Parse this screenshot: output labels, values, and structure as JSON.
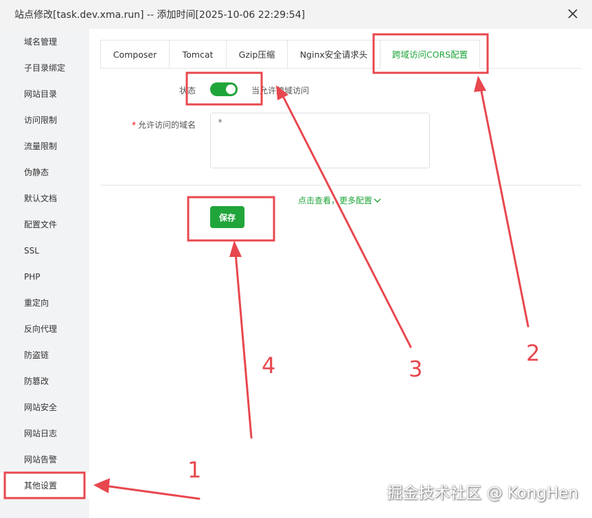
{
  "window": {
    "title": "站点修改[task.dev.xma.run] -- 添加时间[2025-10-06 22:29:54]"
  },
  "sidebar": {
    "items": [
      {
        "label": "域名管理"
      },
      {
        "label": "子目录绑定"
      },
      {
        "label": "网站目录"
      },
      {
        "label": "访问限制"
      },
      {
        "label": "流量限制"
      },
      {
        "label": "伪静态"
      },
      {
        "label": "默认文档"
      },
      {
        "label": "配置文件"
      },
      {
        "label": "SSL"
      },
      {
        "label": "PHP"
      },
      {
        "label": "重定向"
      },
      {
        "label": "反向代理"
      },
      {
        "label": "防盗链"
      },
      {
        "label": "防篡改"
      },
      {
        "label": "网站安全"
      },
      {
        "label": "网站日志"
      },
      {
        "label": "网站告警"
      },
      {
        "label": "其他设置",
        "highlighted": true
      }
    ]
  },
  "tabs": [
    {
      "label": "Composer"
    },
    {
      "label": "Tomcat"
    },
    {
      "label": "Gzip压缩"
    },
    {
      "label": "Nginx安全请求头"
    },
    {
      "label": "跨域访问CORS配置",
      "active": true
    }
  ],
  "form": {
    "status_label": "状态",
    "status_on": true,
    "status_hint": "当允许跨域访问",
    "domain_label": "允许访问的域名",
    "domain_required_mark": "*",
    "domain_value": "*",
    "more_link": "点击查看，更多配置",
    "save_label": "保存"
  },
  "annotations": {
    "numbers": [
      "1",
      "2",
      "3",
      "4"
    ]
  },
  "watermark": "掘金技术社区 @ KongHen",
  "colors": {
    "accent": "#20a53a",
    "annotation": "#e8474e",
    "sidebar_bg": "#f2f3f5",
    "titlebar_bg": "#f3f3f3"
  }
}
